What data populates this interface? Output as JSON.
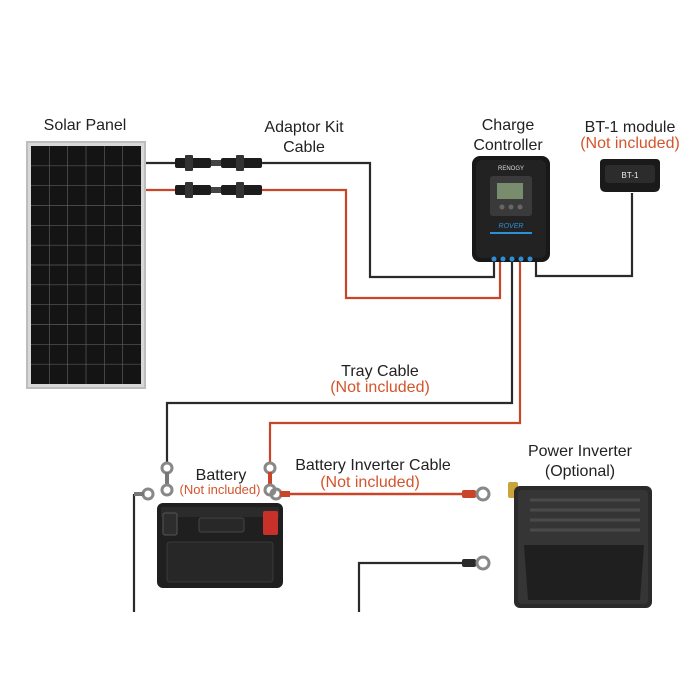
{
  "colors": {
    "wire_black": "#2a2a2a",
    "wire_red": "#c8452a",
    "note_red": "#d4542b",
    "panel_cell": "#141414",
    "controller_accent": "#2f8fd6"
  },
  "labels": {
    "solar_panel": "Solar Panel",
    "adaptor_kit_line1": "Adaptor Kit",
    "adaptor_kit_line2": "Cable",
    "charge_controller_line1": "Charge",
    "charge_controller_line2": "Controller",
    "bt1_module": "BT-1 module",
    "bt1_note": "(Not included)",
    "tray_cable": "Tray Cable",
    "tray_note": "(Not included)",
    "battery": "Battery",
    "battery_note": "(Not included)",
    "battery_inverter_cable": "Battery Inverter Cable",
    "battery_inverter_note": "(Not included)",
    "power_inverter": "Power Inverter",
    "power_inverter_note": "(Optional)"
  },
  "device_text": {
    "controller_brand": "RENOGY",
    "controller_model": "ROVER",
    "bt1_face": "BT-1"
  },
  "icons": [
    "solar-panel-icon",
    "mc4-connector-icon",
    "charge-controller-icon",
    "bt1-module-icon",
    "battery-icon",
    "power-inverter-icon",
    "ring-terminal-icon"
  ]
}
